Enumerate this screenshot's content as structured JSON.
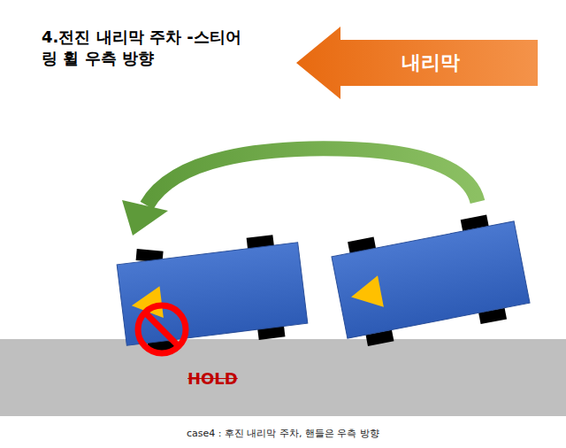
{
  "diagram": {
    "title": "4.전진 내리막 주차 -스티어링 휠 우측 방향",
    "caption": "case4 : 후진 내리막 주차, 핸들은 우측 방향",
    "nodes": [
      {
        "text": [
          "내리막"
        ]
      },
      {
        "text": [
          "HOLD"
        ]
      }
    ]
  }
}
